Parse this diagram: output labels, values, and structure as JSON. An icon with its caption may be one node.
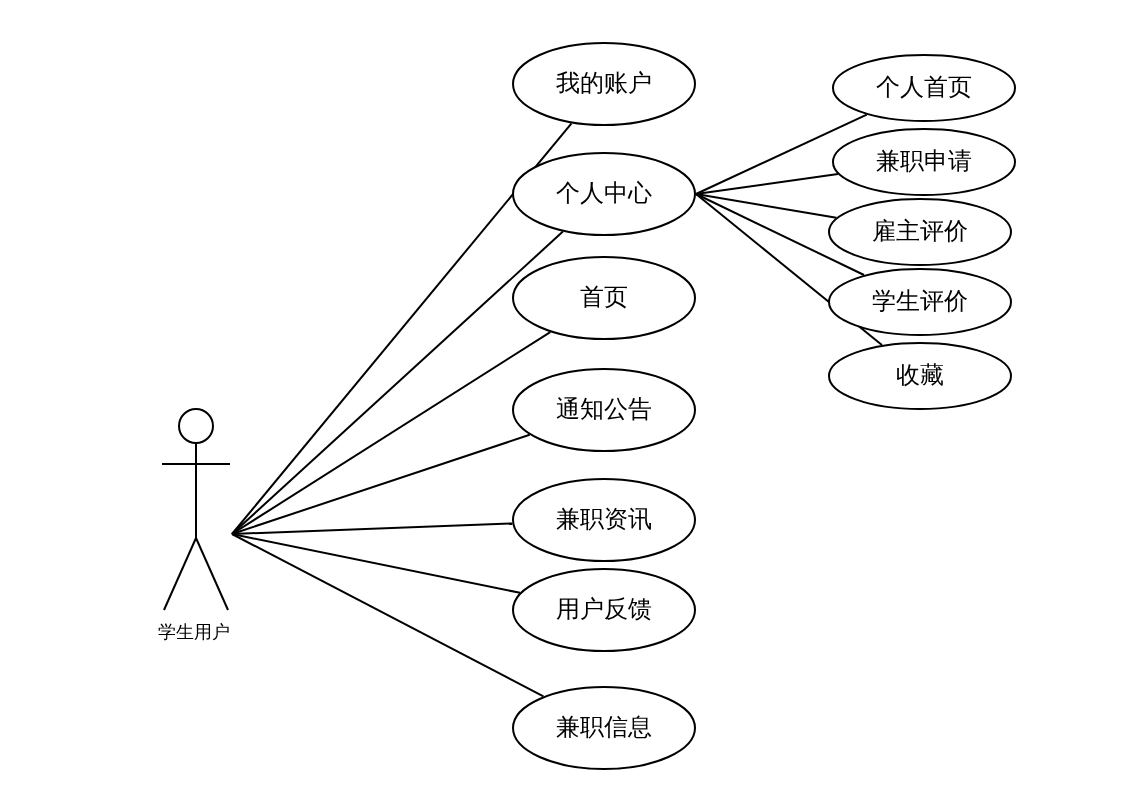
{
  "diagram": {
    "nodes": [
      {
        "text": [
          "学生用户"
        ]
      },
      {
        "text": [
          "我的账户"
        ]
      },
      {
        "text": [
          "个人中心"
        ]
      },
      {
        "text": [
          "首页"
        ]
      },
      {
        "text": [
          "通知公告"
        ]
      },
      {
        "text": [
          "兼职资讯"
        ]
      },
      {
        "text": [
          "用户反馈"
        ]
      },
      {
        "text": [
          "兼职信息"
        ]
      },
      {
        "text": [
          "个人首页"
        ]
      },
      {
        "text": [
          "兼职申请"
        ]
      },
      {
        "text": [
          "雇主评价"
        ]
      },
      {
        "text": [
          "学生评价"
        ]
      },
      {
        "text": [
          "收藏"
        ]
      }
    ],
    "edges": [
      {
        "from": 0,
        "to": 1,
        "arrow": "none"
      },
      {
        "from": 0,
        "to": 2,
        "arrow": "none"
      },
      {
        "from": 0,
        "to": 3,
        "arrow": "none"
      },
      {
        "from": 0,
        "to": 4,
        "arrow": "none"
      },
      {
        "from": 0,
        "to": 5,
        "arrow": "none"
      },
      {
        "from": 0,
        "to": 6,
        "arrow": "none"
      },
      {
        "from": 0,
        "to": 7,
        "arrow": "none"
      },
      {
        "from": 2,
        "to": 8,
        "arrow": "none"
      },
      {
        "from": 2,
        "to": 9,
        "arrow": "none"
      },
      {
        "from": 2,
        "to": 10,
        "arrow": "none"
      },
      {
        "from": 2,
        "to": 11,
        "arrow": "none"
      },
      {
        "from": 2,
        "to": 12,
        "arrow": "none"
      }
    ]
  }
}
